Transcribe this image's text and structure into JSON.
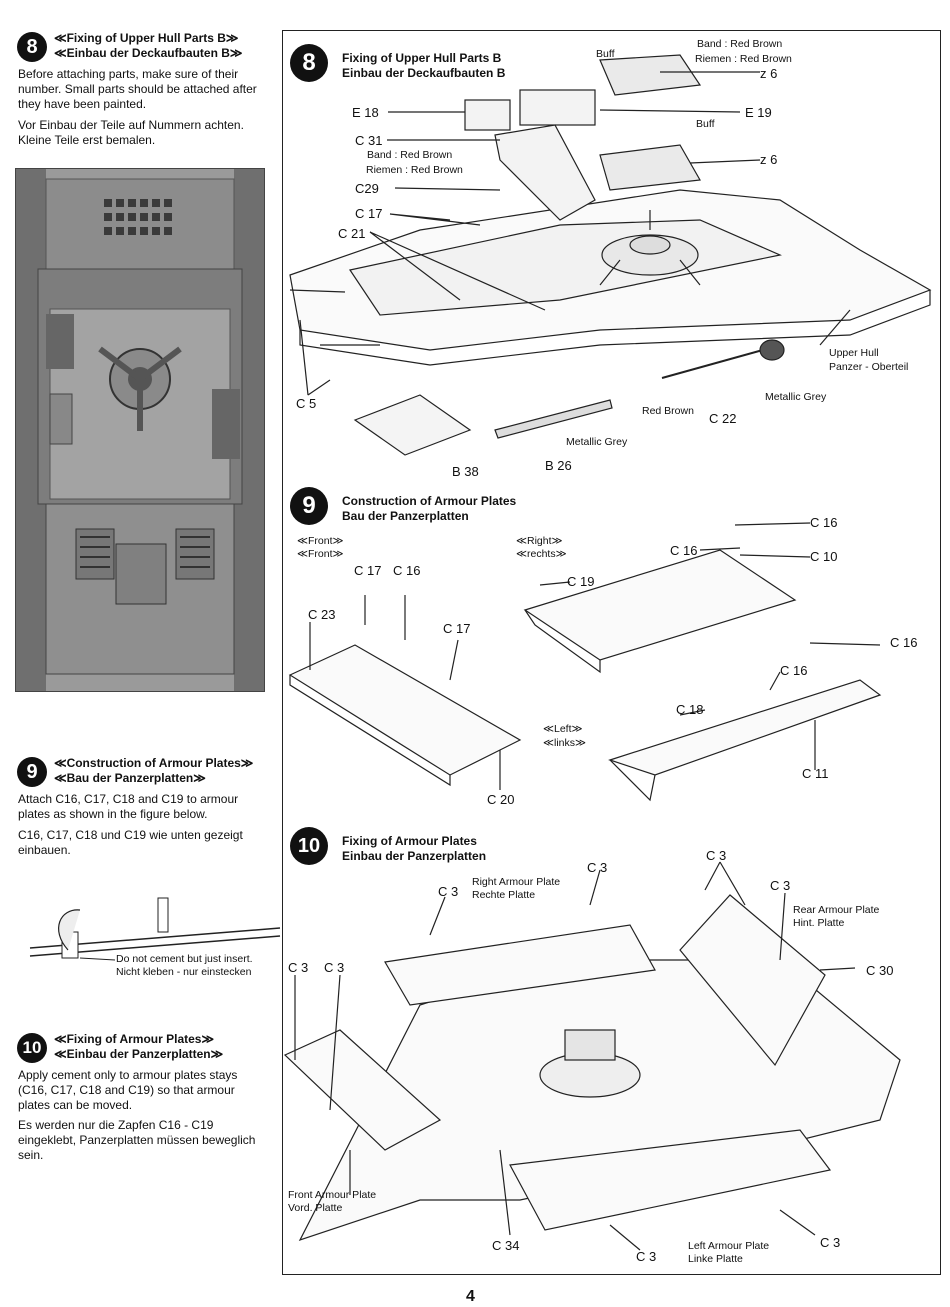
{
  "left": {
    "step8": {
      "num": "8",
      "title_en": "≪Fixing of Upper Hull Parts B≫",
      "title_de": "≪Einbau der Deckaufbauten B≫",
      "para_en": "Before attaching parts, make sure of their number. Small parts should be attached after they have been painted.",
      "para_de": "Vor Einbau der Teile auf Nummern achten. Kleine Teile erst bemalen."
    },
    "step9": {
      "num": "9",
      "title_en": "≪Construction of Armour Plates≫",
      "title_de": "≪Bau der Panzerplatten≫",
      "para_en": "Attach C16, C17, C18 and C19 to armour plates as shown in the figure below.",
      "para_de": "C16, C17, C18 und C19 wie unten gezeigt einbauen.",
      "note_en": "Do not cement but just insert.",
      "note_de": "Nicht kleben - nur einstecken"
    },
    "step10": {
      "num": "10",
      "title_en": "≪Fixing of Armour Plates≫",
      "title_de": "≪Einbau der Panzerplatten≫",
      "para_en": "Apply cement only to armour plates stays (C16, C17, C18 and C19) so that armour plates can be moved.",
      "para_de": "Es werden nur die Zapfen C16 - C19 eingeklebt, Panzerplatten müssen beweglich sein."
    }
  },
  "right": {
    "step8": {
      "num": "8",
      "title_en": "Fixing of Upper Hull Parts B",
      "title_de": "Einbau der Deckaufbauten B",
      "labels": {
        "buff1": "Buff",
        "band1_en": "Band : Red Brown",
        "band1_de": "Riemen : Red Brown",
        "z6a": "z 6",
        "e18": "E 18",
        "e19": "E 19",
        "buff2": "Buff",
        "c31": "C 31",
        "band2_en": "Band : Red Brown",
        "band2_de": "Riemen : Red Brown",
        "z6b": "z 6",
        "c29": "C29",
        "c17": "C 17",
        "c21": "C 21",
        "c5": "C 5",
        "upper_hull_en": "Upper Hull",
        "upper_hull_de": "Panzer - Oberteil",
        "metallic_grey1": "Metallic Grey",
        "red_brown": "Red Brown",
        "c22": "C 22",
        "metallic_grey2": "Metallic Grey",
        "b38": "B 38",
        "b26": "B 26"
      }
    },
    "step9": {
      "num": "9",
      "title_en": "Construction of Armour Plates",
      "title_de": "Bau der Panzerplatten",
      "labels": {
        "front_en": "≪Front≫",
        "front_de": "≪Front≫",
        "right_en": "≪Right≫",
        "right_de": "≪rechts≫",
        "left_en": "≪Left≫",
        "left_de": "≪links≫",
        "c16a": "C 16",
        "c16b": "C 16",
        "c10": "C 10",
        "c19": "C 19",
        "c17a": "C 17",
        "c16c": "C 16",
        "c23": "C 23",
        "c17b": "C 17",
        "c20": "C 20",
        "c16d": "C 16",
        "c16e": "C 16",
        "c18": "C 18",
        "c11": "C 11"
      }
    },
    "step10": {
      "num": "10",
      "title_en": "Fixing of Armour Plates",
      "title_de": "Einbau der Panzerplatten",
      "labels": {
        "c3a": "C 3",
        "c3b": "C 3",
        "c3c": "C 3",
        "c3d": "C 3",
        "c3e": "C 3",
        "c3f": "C 3",
        "c3g": "C 3",
        "c3h": "C 3",
        "right_plate_en": "Right Armour Plate",
        "right_plate_de": "Rechte Platte",
        "rear_plate_en": "Rear Armour Plate",
        "rear_plate_de": "Hint. Platte",
        "c30": "C 30",
        "front_plate_en": "Front Armour Plate",
        "front_plate_de": "Vord. Platte",
        "c34": "C 34",
        "left_plate_en": "Left Armour Plate",
        "left_plate_de": "Linke Platte"
      }
    }
  },
  "page_number": "4"
}
